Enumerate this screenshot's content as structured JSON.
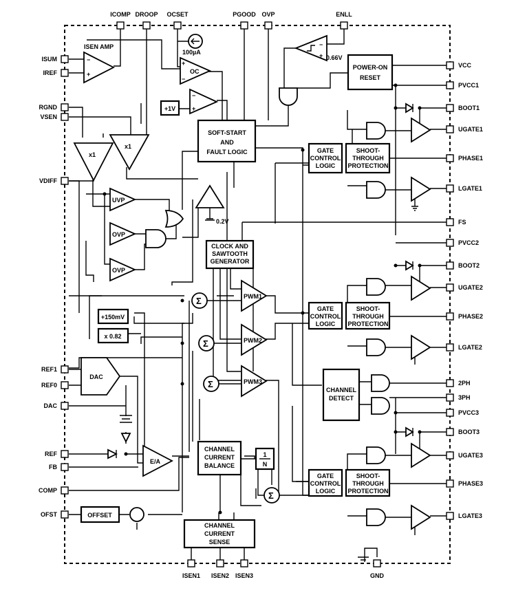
{
  "pins_top": [
    "ICOMP",
    "DROOP",
    "OCSET",
    "PGOOD",
    "OVP",
    "ENLL"
  ],
  "pins_left": [
    "ISUM",
    "IREF",
    "RGND",
    "VSEN",
    "VDIFF",
    "REF1",
    "REF0",
    "DAC",
    "REF",
    "FB",
    "COMP",
    "OFST"
  ],
  "pins_right": [
    "VCC",
    "PVCC1",
    "BOOT1",
    "UGATE1",
    "PHASE1",
    "LGATE1",
    "FS",
    "PVCC2",
    "BOOT2",
    "UGATE2",
    "PHASE2",
    "LGATE2",
    "2PH",
    "3PH",
    "PVCC3",
    "BOOT3",
    "UGATE3",
    "PHASE3",
    "LGATE3"
  ],
  "pins_bottom": [
    "ISEN1",
    "ISEN2",
    "ISEN3",
    "GND"
  ],
  "blocks": {
    "isen_amp": "ISEN AMP",
    "current_source": "100µA",
    "oc": "OC",
    "plus_1v": "+1V",
    "soft_start": [
      "SOFT-START",
      "AND",
      "FAULT LOGIC"
    ],
    "ref_066": "0.66V",
    "power_on_reset": [
      "POWER-ON",
      "RESET"
    ],
    "gate_control": [
      "GATE",
      "CONTROL",
      "LOGIC"
    ],
    "shoot_through": [
      "SHOOT-",
      "THROUGH",
      "PROTECTION"
    ],
    "buffer_x1": "x1",
    "uvp": "UVP",
    "ovp": "OVP",
    "ref_02v": "0.2V",
    "clock": [
      "CLOCK AND",
      "SAWTOOTH",
      "GENERATOR"
    ],
    "pwm1": "PWM1",
    "pwm2": "PWM2",
    "pwm3": "PWM3",
    "plus_150mv": "+150mV",
    "x082": "x 0.82",
    "dac": "DAC",
    "channel_detect": [
      "CHANNEL",
      "DETECT"
    ],
    "ea": "E/A",
    "offset": "OFFSET",
    "ccb": [
      "CHANNEL",
      "CURRENT",
      "BALANCE"
    ],
    "one_over_n": [
      "1",
      "N"
    ],
    "ccs": [
      "CHANNEL",
      "CURRENT",
      "SENSE"
    ]
  }
}
